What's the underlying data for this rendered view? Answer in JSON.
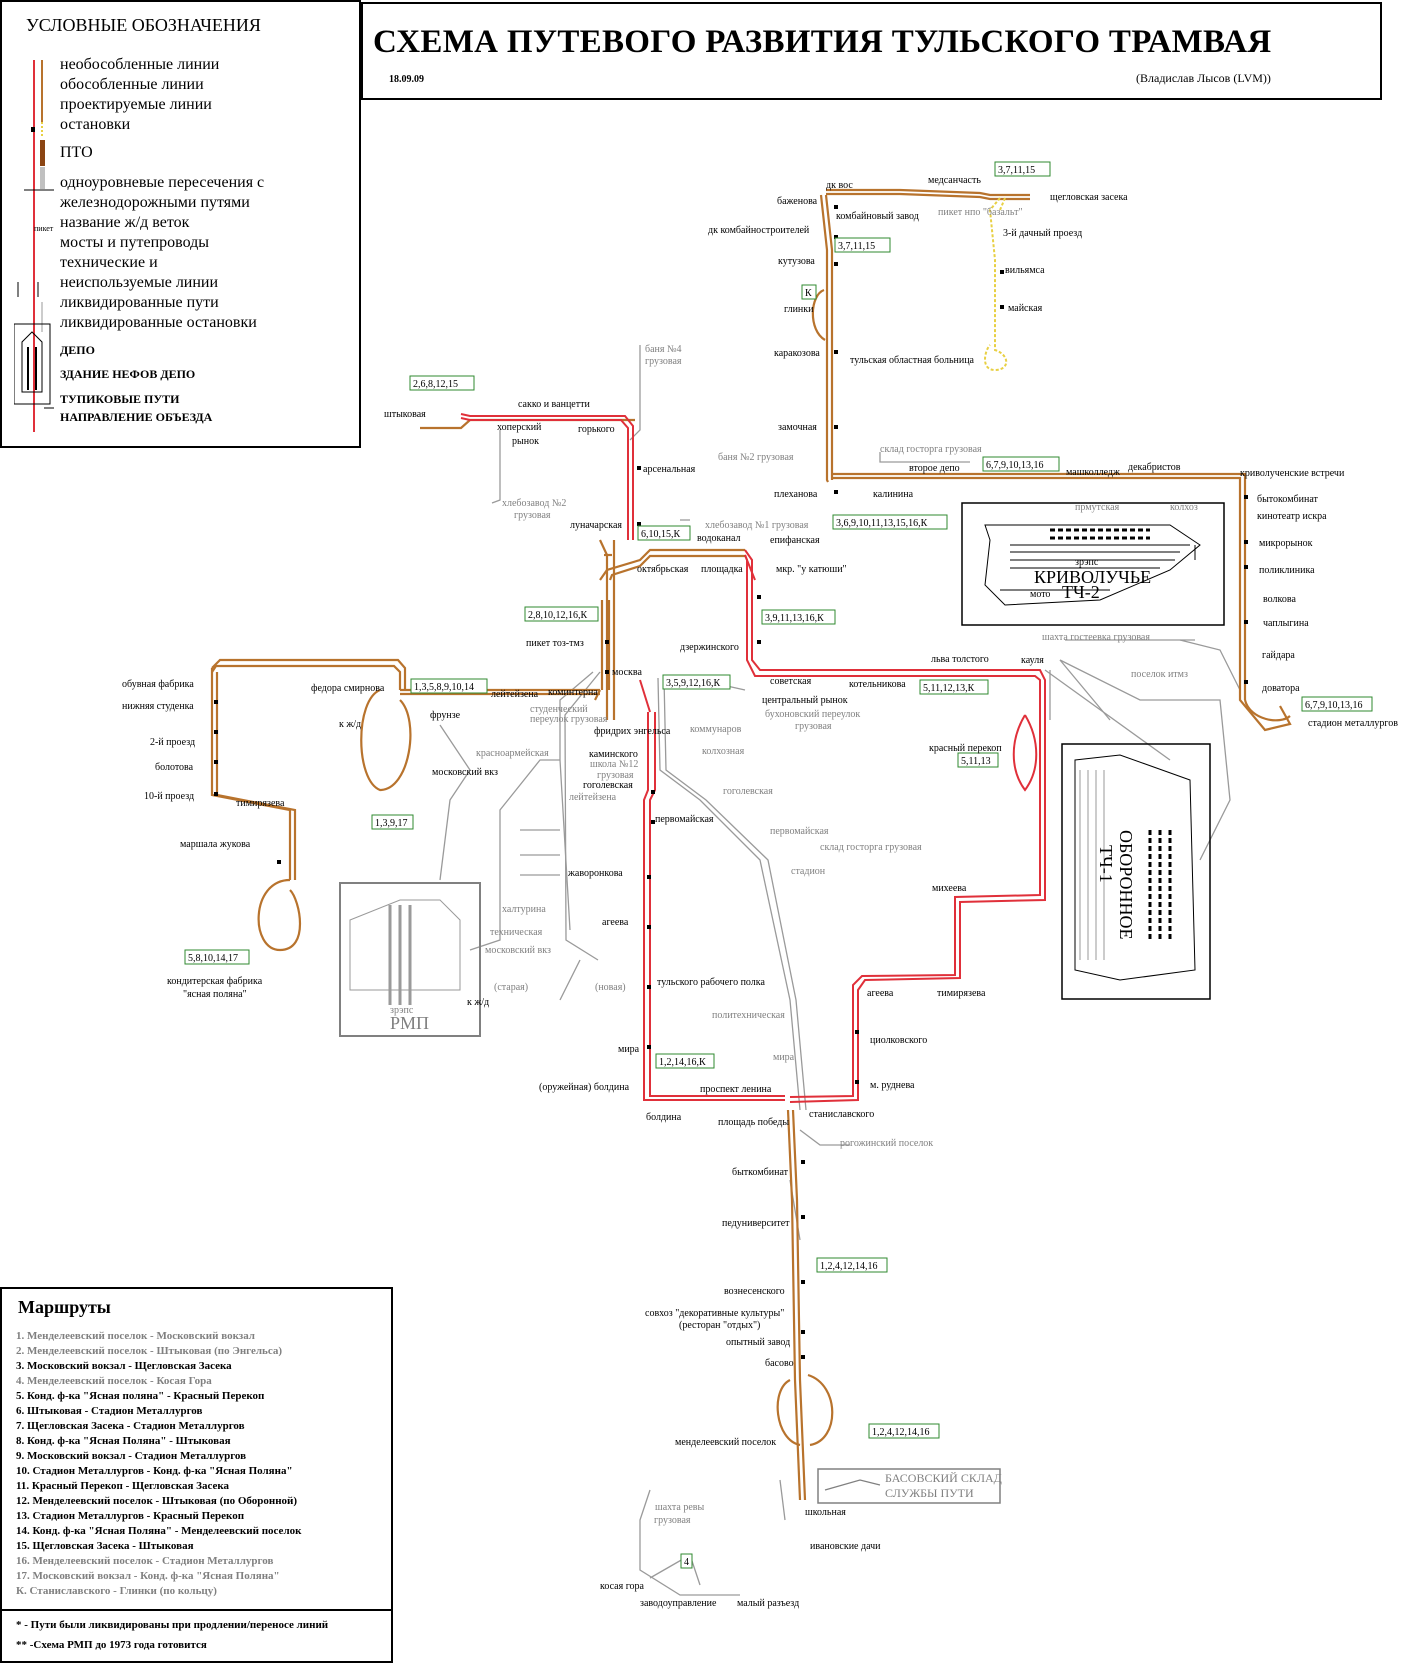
{
  "title": "СХЕМА ПУТЕВОГО РАЗВИТИЯ ТУЛЬСКОГО ТРАМВАЯ",
  "date": "18.09.09",
  "author": "(Владислав Лысов (LVM))",
  "legend": {
    "title": "УСЛОВНЫЕ ОБОЗНАЧЕНИЯ",
    "items": [
      "необособленные линии",
      "обособленные линии",
      "проектируемые линии",
      "остановки",
      "ПТО",
      "одноуровневые пересечения с",
      "железнодорожными путями",
      "название ж/д веток",
      "мосты и путепроводы",
      "технические и",
      "неиспользуемые линии",
      "ликвидированные пути",
      "ликвидированные остановки"
    ],
    "branch_label": "пикет",
    "depot_items": [
      "ДЕПО",
      "ЗДАНИЕ НЕФОВ ДЕПО",
      "ТУПИКОВЫЕ ПУТИ",
      "НАПРАВЛЕНИЕ ОБЪЕЗДА"
    ]
  },
  "routes_panel": {
    "title": "Маршруты",
    "routes": [
      {
        "text": "1. Менделеевский поселок - Московский вокзал",
        "grey": true
      },
      {
        "text": "2. Менделеевский поселок - Штыковая (по Энгельса)",
        "grey": true
      },
      {
        "text": "3. Московский вокзал - Щегловская Засека",
        "grey": false
      },
      {
        "text": "4. Менделеевский поселок - Косая Гора",
        "grey": true
      },
      {
        "text": "5. Конд. ф-ка \"Ясная поляна\" - Красный Перекоп",
        "grey": false
      },
      {
        "text": "6. Штыковая - Стадион Металлургов",
        "grey": false
      },
      {
        "text": "7. Щегловская Засека - Стадион Металлургов",
        "grey": false
      },
      {
        "text": "8. Конд. ф-ка \"Ясная Поляна\" - Штыковая",
        "grey": false
      },
      {
        "text": "9. Московский вокзал - Стадион Металлургов",
        "grey": false
      },
      {
        "text": "10. Стадион Металлургов - Конд. ф-ка \"Ясная Поляна\"",
        "grey": false
      },
      {
        "text": "11. Красный Перекоп - Щегловская Засека",
        "grey": false
      },
      {
        "text": "12. Менделеевский поселок - Штыковая (по Оборонной)",
        "grey": false
      },
      {
        "text": "13. Стадион Металлургов - Красный Перекоп",
        "grey": false
      },
      {
        "text": "14. Конд. ф-ка \"Ясная Поляна\" - Менделеевский поселок",
        "grey": false
      },
      {
        "text": "15. Щегловская Засека - Штыковая",
        "grey": false
      },
      {
        "text": "16. Менделеевский поселок - Стадион Металлургов",
        "grey": true
      },
      {
        "text": "17. Московский вокзал - Конд. ф-ка \"Ясная Поляна\"",
        "grey": true
      },
      {
        "text": "К. Станиславского - Глинки (по кольцу)",
        "grey": true
      }
    ],
    "note1": "* - Пути были ликвидированы при продлении/переносе линий",
    "note2": "** -Схема РМП до 1973 года готовится"
  },
  "route_labels": [
    "3,7,11,15",
    "3,7,11,15",
    "К",
    "2,6,8,12,15",
    "6,10,15,К",
    "3,6,9,10,11,13,15,16,К",
    "6,7,9,10,13,16",
    "2,8,10,12,16,К",
    "3,9,11,13,16,К",
    "3,5,9,12,16,К",
    "1,3,5,8,9,10,14",
    "5,11,12,13,К",
    "5,11,13",
    "6,7,9,10,13,16",
    "1,3,9,17",
    "5,8,10,14,17",
    "1,2,14,16,К",
    "1,2,4,12,14,16",
    "1,2,4,12,14,16",
    "4"
  ],
  "stops": {
    "dk_vos": "дк вос",
    "medsanchast": "медсанчасть",
    "shcheglovskaya": "щегловская засека",
    "bazhenova": "баженова",
    "kombainoviy": "комбайновый завод",
    "piket_bazalt": "пикет нпо \"базальт\"",
    "dachny3": "3-й дачный проезд",
    "dk_komb": "дк комбайностроителей",
    "kutuzova": "кутузова",
    "vilyamsa": "вильямса",
    "glinki": "глинки",
    "maiskaya": "майская",
    "karamzova": "каракозова",
    "bolnica": "тульская областная больница",
    "banya4": "баня №4",
    "banya4_g": "грузовая",
    "shtykovaya": "штыковая",
    "sacco": "сакко и ванцетти",
    "hopersky": "хоперский",
    "rynok": "рынок",
    "gorkogo": "горького",
    "zamochnaya": "замочная",
    "arsenalnaya": "арсенальная",
    "banya2": "баня №2 грузовая",
    "sklad_gostorga": "склад госторга грузовая",
    "vtoroe_depo": "второе депо",
    "mashkolledzh": "машколледж",
    "dekabristov": "декабристов",
    "krivoluch_vstr": "криволученские встречи",
    "plekhanova": "плеханова",
    "kalinina": "калинина",
    "hleb2": "хлебозавод №2",
    "hleb2_g": "грузовая",
    "lunacharskaya": "луначарская",
    "hleb1": "хлебозавод №1 грузовая",
    "vodokanal": "водоканал",
    "epifanskaya": "епифанская",
    "irkutskaya": "прмутская",
    "kolhoz": "колхоз",
    "bytkombinat1": "бытокомбинат",
    "kinoteatr": "кинотеатр искра",
    "mikrorynok": "микрорынок",
    "poliklinika": "поликлиника",
    "oktyabrskaya": "октябрьская",
    "ploshchadka": "площадка",
    "u_katyushi": "мкр. \"у катюши\"",
    "volkova": "волкова",
    "chaplygina": "чаплыгина",
    "piket_toz": "пикет тоз-тмз",
    "dzerzhinskogo": "дзержинского",
    "shahta_gost": "шахта гостеевка грузовая",
    "gaidara": "гайдара",
    "posyolok_itmz": "поселок итмз",
    "dovatora": "доватора",
    "stadion_met": "стадион металлургов",
    "obuvnaya": "обувная фабрика",
    "fedora": "федора смирнова",
    "moskva": "москва",
    "sovetskaya": "советская",
    "kotelnikova": "котельникова",
    "lva_tolstogo": "льва толстого",
    "kaulya": "кауля",
    "nizhnyaya_stud": "нижняя студенка",
    "leiteizena": "лейтейзена",
    "kominterna": "коминтерна",
    "frunze": "фрунзе",
    "studencheskiy": "студенческий",
    "pereulok_g": "переулок грузовая",
    "centr_rynok": "центральный рынок",
    "bukhonovskiy": "бухоновский переулок",
    "bukhonovskiy_g": "грузовая",
    "kzhd": "к ж/д",
    "proezd2": "2-й проезд",
    "kommunarov": "коммунаров",
    "krasny_perekop": "красный перекоп",
    "frid_engelsa": "фридрих энгельса",
    "kaminskogo": "каминского",
    "krasnoarm": "красноармейская",
    "shkola12": "школа №12",
    "shkola12_g": "грузовая",
    "bolotova": "болотова",
    "mosk_vkz": "московский вкз",
    "kolkhoznaya": "колхозная",
    "gogolevskaya": "гоголевская",
    "leiteizena2": "лейтейзена",
    "gogolevskaya2": "гоголевская",
    "proezd10": "10-й проезд",
    "timiryazeva": "тимирязева",
    "pervomaiskaya": "первомайская",
    "pervomaiskaya2": "первомайская",
    "sklad_gost2": "склад госторга грузовая",
    "marshala": "маршала жукова",
    "zhavoronkova": "жаворонкова",
    "stadion": "стадион",
    "mikheeva": "михеева",
    "khalturina": "халтурина",
    "ageeva": "агеева",
    "tehnicheskaya": "техническая",
    "mosk_vkz2": "московский вкз",
    "staraya": "(старая)",
    "novaya": "(новая)",
    "kzhd2": "к ж/д",
    "konditer": "кондитерская фабрика",
    "yasnaya": "\"ясная поляна\"",
    "trp": "тульского рабочего полка",
    "ageeva2": "агеева",
    "timiryazeva2": "тимирязева",
    "politeh": "политехническая",
    "tsiolkovskogo": "циолковского",
    "mira": "мира",
    "mira2": "мира",
    "oruzh_boldina": "(оружейная) болдина",
    "prospekt": "проспект ленина",
    "rudneva": "м. руднева",
    "boldina": "болдина",
    "pl_pobedy": "площадь победы",
    "stanislavskogo": "станиславского",
    "rogozhinskiy": "рогожинский поселок",
    "bytkombinat2": "быткомбинат",
    "peduniversitet": "педуниверситет",
    "voznesenskogo": "вознесенского",
    "sovkhoz": "совхоз \"декоративные культуры\"",
    "restoran": "(ресторан \"отдых\")",
    "opytny": "опытный завод",
    "basovo": "басово",
    "mendeleevskiy": "менделеевский поселок",
    "shkolnaya": "школьная",
    "shahta_ryby": "шахта ревы",
    "shahta_ryby_g": "грузовая",
    "ivanovskie": "ивановские дачи",
    "kosaya_gora": "косая гора",
    "zavodoupr": "заводоуправление",
    "maly_razezd": "малый разъезд"
  },
  "depots": {
    "tch2_name": "КРИВОЛУЧЬЕ",
    "tch2_code": "ТЧ-2",
    "tch2_zreps": "зрэпс",
    "tch2_moto": "мото",
    "tch1_name": "ОБОРОННОЕ",
    "tch1_code": "ТЧ-1",
    "rmp_zreps": "зрэпс",
    "rmp_name": "РМП",
    "basovsky_1": "БАСОВСКИЙ СКЛАД",
    "basovsky_2": "СЛУЖБЫ ПУТИ"
  },
  "colors": {
    "line_shared": "#b8732d",
    "line_separate": "#e0303a",
    "line_projected": "#e8d044",
    "line_technical": "#909090",
    "route_box": "#2f8a2f"
  }
}
